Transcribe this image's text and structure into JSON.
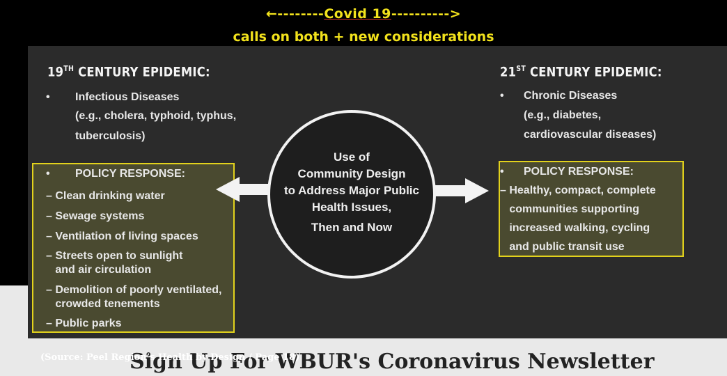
{
  "top": {
    "arrow_left": "←--------",
    "covid": "Covid 19",
    "arrow_right": "---------->",
    "subtitle": "calls on both + new considerations"
  },
  "left": {
    "heading_pre": "19",
    "heading_sup": "TH",
    "heading_post": " CENTURY EPIDEMIC:",
    "bullet": "•",
    "item_title": "Infectious Diseases",
    "item_line2": "(e.g., cholera, typhoid, typhus,",
    "item_line3": "tuberculosis)",
    "policy_title": "POLICY RESPONSE:",
    "policy_items": [
      "– Clean drinking water",
      "– Sewage systems",
      "– Ventilation of living spaces",
      "– Streets open to sunlight",
      "   and air circulation",
      "– Demolition of poorly ventilated,",
      "   crowded tenements",
      "– Public parks"
    ]
  },
  "center": {
    "lines": [
      "Use of",
      "Community Design",
      "to Address Major Public",
      "Health Issues,",
      "Then and Now"
    ]
  },
  "right": {
    "heading_pre": "21",
    "heading_sup": "ST",
    "heading_post": " CENTURY EPIDEMIC:",
    "bullet": "•",
    "item_title": "Chronic Diseases",
    "item_line2": "(e.g., diabetes,",
    "item_line3": "cardiovascular diseases)",
    "policy_title": "POLICY RESPONSE:",
    "policy_items": [
      "– Healthy, compact, complete",
      "   communities supporting",
      "   increased walking, cycling",
      "   and public transit use"
    ]
  },
  "footer": {
    "source": "(Source: Peel Region’s Health by Design / Page 18)",
    "newsletter": "Sign Up For WBUR's Coronavirus Newsletter"
  },
  "colors": {
    "accent_yellow": "#f2e21c",
    "box_border": "#e2d21c",
    "slide_bg": "#2b2b2b"
  }
}
